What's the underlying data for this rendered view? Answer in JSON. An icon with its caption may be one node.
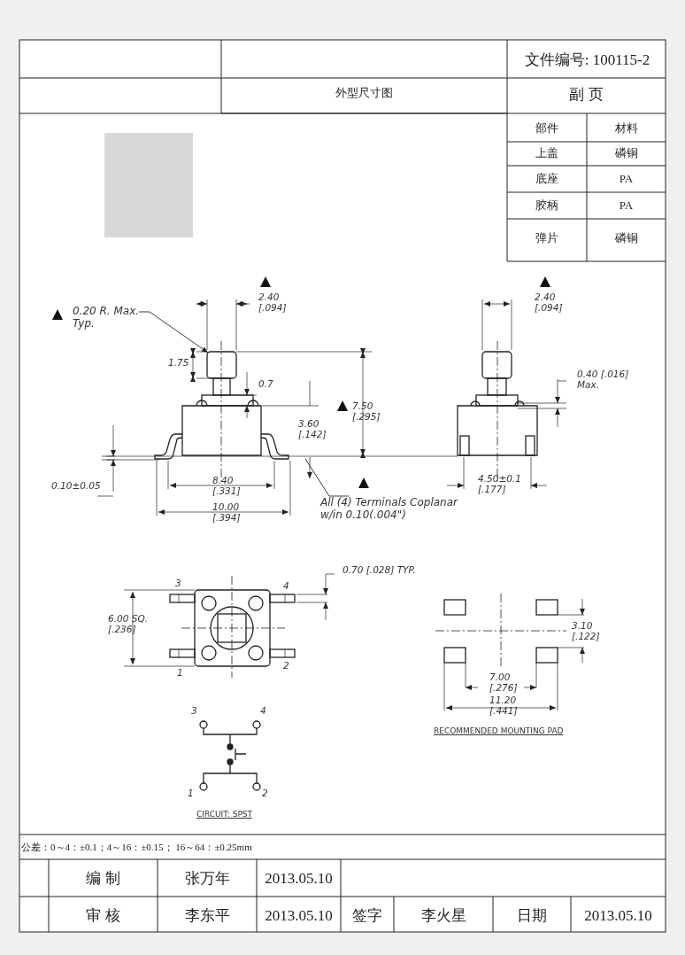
{
  "diagram": {
    "nodes": [
      {
        "text": [
          "0.20 R. Max. Typ."
        ]
      },
      {
        "text": [
          "All (4) Terminals Coplanar w/in 0.10(.004\")"
        ]
      },
      {
        "text": [],
        "shape": "box"
      }
    ],
    "edges": [
      {
        "from": 0,
        "to": 2,
        "arrow": "to"
      },
      {
        "from": 1,
        "to": null,
        "arrow": "none"
      }
    ],
    "labels": [
      "文件编号: 100115-2",
      "外型尺寸图",
      "副 页",
      "部件",
      "材料",
      "上盖",
      "磷铜",
      "底座",
      "PA",
      "胶柄",
      "PA",
      "弹片",
      "磷铜",
      "2.40 [.094]",
      "1.75",
      "0.7",
      "7.50 [.295]",
      "3.60 [.142]",
      "0.10±0.05",
      "8.40 [.331]",
      "10.00 [.394]",
      "2.40 [.094]",
      "0.40 [.016] Max.",
      "4.50±0.1 [.177]",
      "0.70 [.028] TYP.",
      "3",
      "4",
      "6.00 SQ. [.236]",
      "1",
      "2",
      "3.10 [.122]",
      "7.00 [.276]",
      "11.20 [.441]",
      "RECOMMENDED MOUNTING PAD",
      "3",
      "4",
      "1",
      "2",
      "CIRCUIT: SPST",
      "公差：0～4：±0.1；4～16：±0.15； 16～64：±0.25mm",
      "编 制",
      "张万年",
      "2013.05.10",
      "审 核",
      "李东平",
      "2013.05.10",
      "签字",
      "李火星",
      "日期",
      "2013.05.10"
    ]
  }
}
